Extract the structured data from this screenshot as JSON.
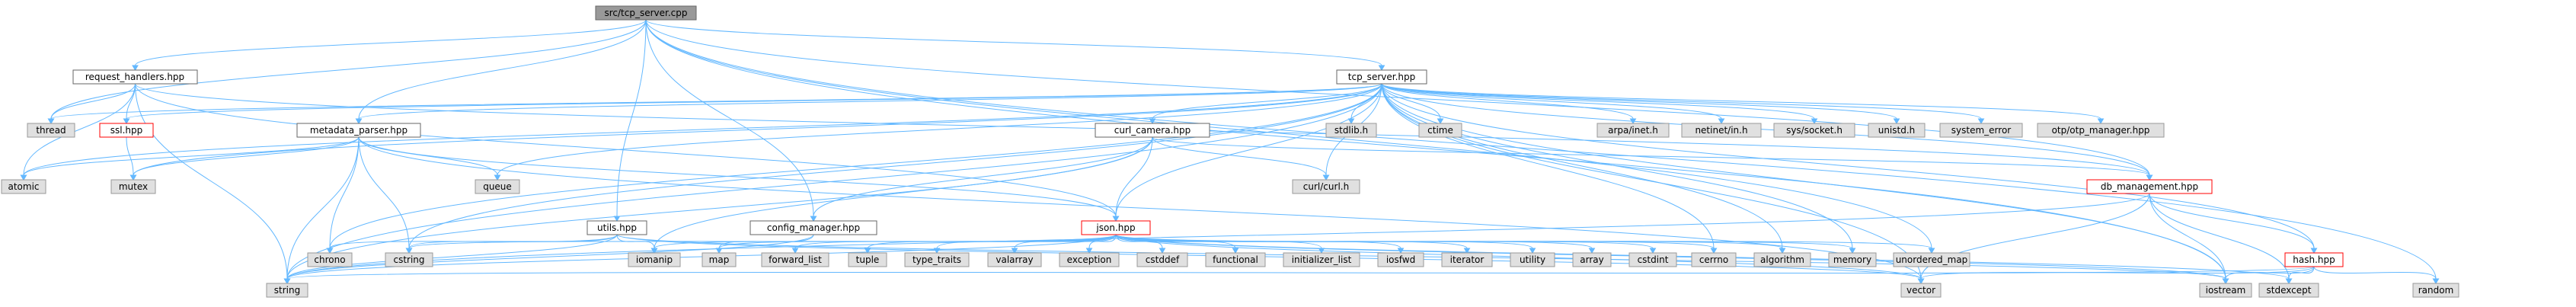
{
  "colors": {
    "edge": "#63b8ff",
    "main_node_fill": "#999999",
    "local_node_border": "#666666",
    "system_node_fill": "#e0e0e0",
    "missing_node_border": "#ff0000"
  },
  "nodes": {
    "tcp_server_cpp": "src/tcp_server.cpp",
    "request_handlers_hpp": "request_handlers.hpp",
    "tcp_server_hpp": "tcp_server.hpp",
    "thread": "thread",
    "ssl_hpp": "ssl.hpp",
    "metadata_parser_hpp": "metadata_parser.hpp",
    "curl_camera_hpp": "curl_camera.hpp",
    "stdlib_h": "stdlib.h",
    "ctime": "ctime",
    "arpa_inet_h": "arpa/inet.h",
    "netinet_in_h": "netinet/in.h",
    "sys_socket_h": "sys/socket.h",
    "unistd_h": "unistd.h",
    "system_error": "system_error",
    "otp_manager_hpp": "otp/otp_manager.hpp",
    "atomic": "atomic",
    "mutex": "mutex",
    "queue": "queue",
    "curl_curl_h": "curl/curl.h",
    "db_management_hpp": "db_management.hpp",
    "utils_hpp": "utils.hpp",
    "config_manager_hpp": "config_manager.hpp",
    "json_hpp": "json.hpp",
    "hash_hpp": "hash.hpp",
    "chrono": "chrono",
    "cstring": "cstring",
    "iomanip": "iomanip",
    "map": "map",
    "forward_list": "forward_list",
    "tuple": "tuple",
    "type_traits": "type_traits",
    "valarray": "valarray",
    "exception": "exception",
    "cstddef": "cstddef",
    "functional": "functional",
    "initializer_list": "initializer_list",
    "iosfwd": "iosfwd",
    "iterator": "iterator",
    "utility": "utility",
    "array": "array",
    "cstdint": "cstdint",
    "cerrno": "cerrno",
    "algorithm": "algorithm",
    "memory": "memory",
    "unordered_map": "unordered_map",
    "string": "string",
    "vector": "vector",
    "iostream": "iostream",
    "stdexcept": "stdexcept",
    "random": "random"
  },
  "edges": [
    [
      "tcp_server_cpp",
      "request_handlers_hpp"
    ],
    [
      "tcp_server_cpp",
      "tcp_server_hpp"
    ],
    [
      "tcp_server_cpp",
      "thread"
    ],
    [
      "tcp_server_cpp",
      "metadata_parser_hpp"
    ],
    [
      "tcp_server_cpp",
      "utils_hpp"
    ],
    [
      "tcp_server_cpp",
      "config_manager_hpp"
    ],
    [
      "tcp_server_cpp",
      "unordered_map"
    ],
    [
      "tcp_server_cpp",
      "iostream"
    ],
    [
      "tcp_server_cpp",
      "random"
    ],
    [
      "tcp_server_cpp",
      "db_management_hpp"
    ],
    [
      "request_handlers_hpp",
      "thread"
    ],
    [
      "request_handlers_hpp",
      "ssl_hpp"
    ],
    [
      "request_handlers_hpp",
      "atomic"
    ],
    [
      "request_handlers_hpp",
      "string"
    ],
    [
      "request_handlers_hpp",
      "json_hpp"
    ],
    [
      "request_handlers_hpp",
      "db_management_hpp"
    ],
    [
      "ssl_hpp",
      "mutex"
    ],
    [
      "tcp_server_hpp",
      "thread"
    ],
    [
      "tcp_server_hpp",
      "ssl_hpp"
    ],
    [
      "tcp_server_hpp",
      "metadata_parser_hpp"
    ],
    [
      "tcp_server_hpp",
      "curl_camera_hpp"
    ],
    [
      "tcp_server_hpp",
      "stdlib_h"
    ],
    [
      "tcp_server_hpp",
      "ctime"
    ],
    [
      "tcp_server_hpp",
      "arpa_inet_h"
    ],
    [
      "tcp_server_hpp",
      "netinet_in_h"
    ],
    [
      "tcp_server_hpp",
      "sys_socket_h"
    ],
    [
      "tcp_server_hpp",
      "unistd_h"
    ],
    [
      "tcp_server_hpp",
      "system_error"
    ],
    [
      "tcp_server_hpp",
      "otp_manager_hpp"
    ],
    [
      "tcp_server_hpp",
      "atomic"
    ],
    [
      "tcp_server_hpp",
      "mutex"
    ],
    [
      "tcp_server_hpp",
      "queue"
    ],
    [
      "tcp_server_hpp",
      "curl_curl_h"
    ],
    [
      "tcp_server_hpp",
      "db_management_hpp"
    ],
    [
      "tcp_server_hpp",
      "json_hpp"
    ],
    [
      "tcp_server_hpp",
      "chrono"
    ],
    [
      "tcp_server_hpp",
      "cstring"
    ],
    [
      "tcp_server_hpp",
      "string"
    ],
    [
      "tcp_server_hpp",
      "memory"
    ],
    [
      "tcp_server_hpp",
      "algorithm"
    ],
    [
      "tcp_server_hpp",
      "cerrno"
    ],
    [
      "tcp_server_hpp",
      "vector"
    ],
    [
      "tcp_server_hpp",
      "iostream"
    ],
    [
      "tcp_server_hpp",
      "hash_hpp"
    ],
    [
      "metadata_parser_hpp",
      "atomic"
    ],
    [
      "metadata_parser_hpp",
      "mutex"
    ],
    [
      "metadata_parser_hpp",
      "queue"
    ],
    [
      "metadata_parser_hpp",
      "chrono"
    ],
    [
      "metadata_parser_hpp",
      "cstring"
    ],
    [
      "metadata_parser_hpp",
      "json_hpp"
    ],
    [
      "metadata_parser_hpp",
      "string"
    ],
    [
      "metadata_parser_hpp",
      "vector"
    ],
    [
      "curl_camera_hpp",
      "curl_curl_h"
    ],
    [
      "curl_camera_hpp",
      "json_hpp"
    ],
    [
      "curl_camera_hpp",
      "config_manager_hpp"
    ],
    [
      "curl_camera_hpp",
      "iomanip"
    ],
    [
      "curl_camera_hpp",
      "db_management_hpp"
    ],
    [
      "curl_camera_hpp",
      "string"
    ],
    [
      "utils_hpp",
      "chrono"
    ],
    [
      "utils_hpp",
      "cstring"
    ],
    [
      "utils_hpp",
      "iomanip"
    ],
    [
      "utils_hpp",
      "string"
    ],
    [
      "utils_hpp",
      "vector"
    ],
    [
      "utils_hpp",
      "iostream"
    ],
    [
      "config_manager_hpp",
      "map"
    ],
    [
      "config_manager_hpp",
      "string"
    ],
    [
      "json_hpp",
      "iomanip"
    ],
    [
      "json_hpp",
      "map"
    ],
    [
      "json_hpp",
      "forward_list"
    ],
    [
      "json_hpp",
      "tuple"
    ],
    [
      "json_hpp",
      "type_traits"
    ],
    [
      "json_hpp",
      "valarray"
    ],
    [
      "json_hpp",
      "exception"
    ],
    [
      "json_hpp",
      "cstddef"
    ],
    [
      "json_hpp",
      "functional"
    ],
    [
      "json_hpp",
      "initializer_list"
    ],
    [
      "json_hpp",
      "iosfwd"
    ],
    [
      "json_hpp",
      "iterator"
    ],
    [
      "json_hpp",
      "utility"
    ],
    [
      "json_hpp",
      "array"
    ],
    [
      "json_hpp",
      "cstdint"
    ],
    [
      "json_hpp",
      "cerrno"
    ],
    [
      "json_hpp",
      "algorithm"
    ],
    [
      "json_hpp",
      "memory"
    ],
    [
      "json_hpp",
      "unordered_map"
    ],
    [
      "json_hpp",
      "string"
    ],
    [
      "json_hpp",
      "vector"
    ],
    [
      "json_hpp",
      "iostream"
    ],
    [
      "json_hpp",
      "stdexcept"
    ],
    [
      "json_hpp",
      "cstring"
    ],
    [
      "db_management_hpp",
      "hash_hpp"
    ],
    [
      "db_management_hpp",
      "iostream"
    ],
    [
      "db_management_hpp",
      "vector"
    ],
    [
      "db_management_hpp",
      "stdexcept"
    ],
    [
      "db_management_hpp",
      "string"
    ],
    [
      "hash_hpp",
      "iostream"
    ],
    [
      "hash_hpp",
      "random"
    ],
    [
      "hash_hpp",
      "stdexcept"
    ],
    [
      "hash_hpp",
      "vector"
    ],
    [
      "hash_hpp",
      "string"
    ]
  ]
}
